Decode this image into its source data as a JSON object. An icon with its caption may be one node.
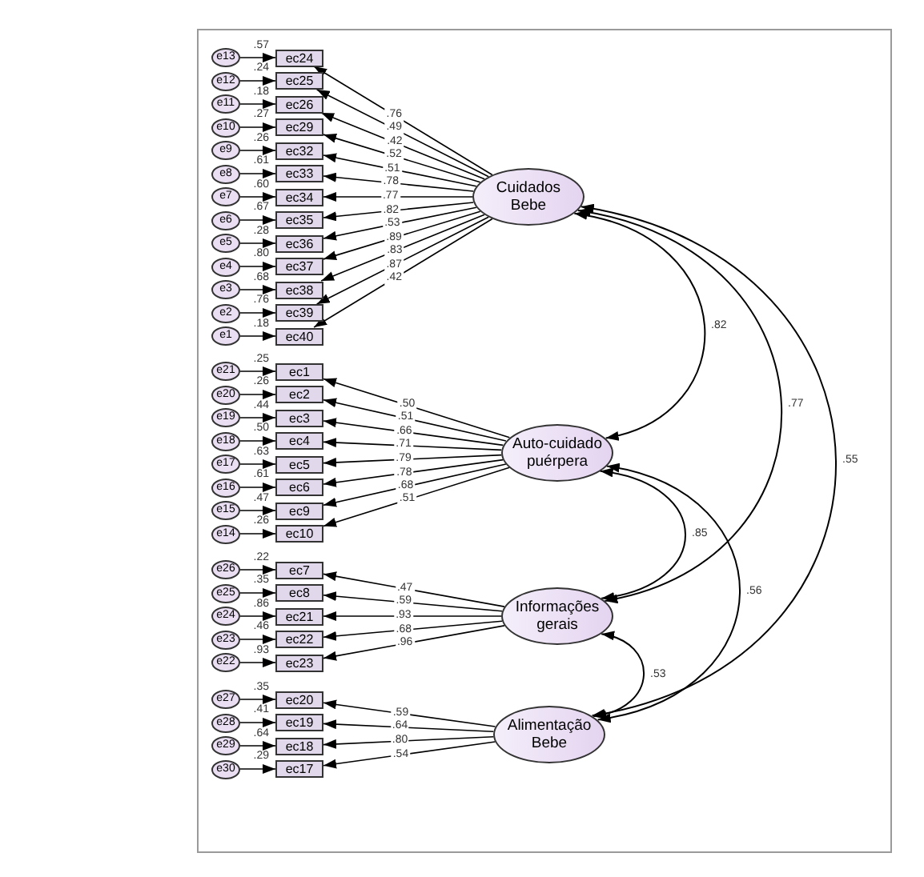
{
  "diagram": {
    "nodes": [
      {
        "text": [
          "e13"
        ]
      },
      {
        "text": [
          "ec24"
        ],
        "beside": [
          ".57"
        ]
      },
      {
        "text": [
          "e12"
        ]
      },
      {
        "text": [
          "ec25"
        ],
        "beside": [
          ".24"
        ]
      },
      {
        "text": [
          "e11"
        ]
      },
      {
        "text": [
          "ec26"
        ],
        "beside": [
          ".18"
        ]
      },
      {
        "text": [
          "e10"
        ]
      },
      {
        "text": [
          "ec29"
        ],
        "beside": [
          ".27"
        ]
      },
      {
        "text": [
          "e9"
        ]
      },
      {
        "text": [
          "ec32"
        ],
        "beside": [
          ".26"
        ]
      },
      {
        "text": [
          "e8"
        ]
      },
      {
        "text": [
          "ec33"
        ],
        "beside": [
          ".61"
        ]
      },
      {
        "text": [
          "e7"
        ]
      },
      {
        "text": [
          "ec34"
        ],
        "beside": [
          ".60"
        ]
      },
      {
        "text": [
          "e6"
        ]
      },
      {
        "text": [
          "ec35"
        ],
        "beside": [
          ".67"
        ]
      },
      {
        "text": [
          "e5"
        ]
      },
      {
        "text": [
          "ec36"
        ],
        "beside": [
          ".28"
        ]
      },
      {
        "text": [
          "e4"
        ]
      },
      {
        "text": [
          "ec37"
        ],
        "beside": [
          ".80"
        ]
      },
      {
        "text": [
          "e3"
        ]
      },
      {
        "text": [
          "ec38"
        ],
        "beside": [
          ".68"
        ]
      },
      {
        "text": [
          "e2"
        ]
      },
      {
        "text": [
          "ec39"
        ],
        "beside": [
          ".76"
        ]
      },
      {
        "text": [
          "e1"
        ]
      },
      {
        "text": [
          "ec40"
        ],
        "beside": [
          ".18"
        ]
      },
      {
        "text": [
          "Cuidados Bebe"
        ]
      },
      {
        "text": [
          "e21"
        ]
      },
      {
        "text": [
          "ec1"
        ],
        "beside": [
          ".25"
        ]
      },
      {
        "text": [
          "e20"
        ]
      },
      {
        "text": [
          "ec2"
        ],
        "beside": [
          ".26"
        ]
      },
      {
        "text": [
          "e19"
        ]
      },
      {
        "text": [
          "ec3"
        ],
        "beside": [
          ".44"
        ]
      },
      {
        "text": [
          "e18"
        ]
      },
      {
        "text": [
          "ec4"
        ],
        "beside": [
          ".50"
        ]
      },
      {
        "text": [
          "e17"
        ]
      },
      {
        "text": [
          "ec5"
        ],
        "beside": [
          ".63"
        ]
      },
      {
        "text": [
          "e16"
        ]
      },
      {
        "text": [
          "ec6"
        ],
        "beside": [
          ".61"
        ]
      },
      {
        "text": [
          "e15"
        ]
      },
      {
        "text": [
          "ec9"
        ],
        "beside": [
          ".47"
        ]
      },
      {
        "text": [
          "e14"
        ]
      },
      {
        "text": [
          "ec10"
        ],
        "beside": [
          ".26"
        ]
      },
      {
        "text": [
          "Auto-cuidado puérpera"
        ]
      },
      {
        "text": [
          "e26"
        ]
      },
      {
        "text": [
          "ec7"
        ],
        "beside": [
          ".22"
        ]
      },
      {
        "text": [
          "e25"
        ]
      },
      {
        "text": [
          "ec8"
        ],
        "beside": [
          ".35"
        ]
      },
      {
        "text": [
          "e24"
        ]
      },
      {
        "text": [
          "ec21"
        ],
        "beside": [
          ".86"
        ]
      },
      {
        "text": [
          "e23"
        ]
      },
      {
        "text": [
          "ec22"
        ],
        "beside": [
          ".46"
        ]
      },
      {
        "text": [
          "e22"
        ]
      },
      {
        "text": [
          "ec23"
        ],
        "beside": [
          ".93"
        ]
      },
      {
        "text": [
          "Informações gerais"
        ]
      },
      {
        "text": [
          "e27"
        ]
      },
      {
        "text": [
          "ec20"
        ],
        "beside": [
          ".35"
        ]
      },
      {
        "text": [
          "e28"
        ]
      },
      {
        "text": [
          "ec19"
        ],
        "beside": [
          ".41"
        ]
      },
      {
        "text": [
          "e29"
        ]
      },
      {
        "text": [
          "ec18"
        ],
        "beside": [
          ".64"
        ]
      },
      {
        "text": [
          "e30"
        ]
      },
      {
        "text": [
          "ec17"
        ],
        "beside": [
          ".29"
        ]
      },
      {
        "text": [
          "Alimentação Bebe"
        ]
      }
    ],
    "edges": [
      {
        "from": 0,
        "to": 1,
        "arrow": "to"
      },
      {
        "from": 26,
        "to": 1,
        "arrow": "to",
        "label": ".76"
      },
      {
        "from": 2,
        "to": 3,
        "arrow": "to"
      },
      {
        "from": 26,
        "to": 3,
        "arrow": "to",
        "label": ".49"
      },
      {
        "from": 4,
        "to": 5,
        "arrow": "to"
      },
      {
        "from": 26,
        "to": 5,
        "arrow": "to",
        "label": ".42"
      },
      {
        "from": 6,
        "to": 7,
        "arrow": "to"
      },
      {
        "from": 26,
        "to": 7,
        "arrow": "to",
        "label": ".52"
      },
      {
        "from": 8,
        "to": 9,
        "arrow": "to"
      },
      {
        "from": 26,
        "to": 9,
        "arrow": "to",
        "label": ".51"
      },
      {
        "from": 10,
        "to": 11,
        "arrow": "to"
      },
      {
        "from": 26,
        "to": 11,
        "arrow": "to",
        "label": ".78"
      },
      {
        "from": 12,
        "to": 13,
        "arrow": "to"
      },
      {
        "from": 26,
        "to": 13,
        "arrow": "to",
        "label": ".77"
      },
      {
        "from": 14,
        "to": 15,
        "arrow": "to"
      },
      {
        "from": 26,
        "to": 15,
        "arrow": "to",
        "label": ".82"
      },
      {
        "from": 16,
        "to": 17,
        "arrow": "to"
      },
      {
        "from": 26,
        "to": 17,
        "arrow": "to",
        "label": ".53"
      },
      {
        "from": 18,
        "to": 19,
        "arrow": "to"
      },
      {
        "from": 26,
        "to": 19,
        "arrow": "to",
        "label": ".89"
      },
      {
        "from": 20,
        "to": 21,
        "arrow": "to"
      },
      {
        "from": 26,
        "to": 21,
        "arrow": "to",
        "label": ".83"
      },
      {
        "from": 22,
        "to": 23,
        "arrow": "to"
      },
      {
        "from": 26,
        "to": 23,
        "arrow": "to",
        "label": ".87"
      },
      {
        "from": 24,
        "to": 25,
        "arrow": "to"
      },
      {
        "from": 26,
        "to": 25,
        "arrow": "to",
        "label": ".42"
      },
      {
        "from": 27,
        "to": 28,
        "arrow": "to"
      },
      {
        "from": 43,
        "to": 28,
        "arrow": "to",
        "label": ".50"
      },
      {
        "from": 29,
        "to": 30,
        "arrow": "to"
      },
      {
        "from": 43,
        "to": 30,
        "arrow": "to",
        "label": ".51"
      },
      {
        "from": 31,
        "to": 32,
        "arrow": "to"
      },
      {
        "from": 43,
        "to": 32,
        "arrow": "to",
        "label": ".66"
      },
      {
        "from": 33,
        "to": 34,
        "arrow": "to"
      },
      {
        "from": 43,
        "to": 34,
        "arrow": "to",
        "label": ".71"
      },
      {
        "from": 35,
        "to": 36,
        "arrow": "to"
      },
      {
        "from": 43,
        "to": 36,
        "arrow": "to",
        "label": ".79"
      },
      {
        "from": 37,
        "to": 38,
        "arrow": "to"
      },
      {
        "from": 43,
        "to": 38,
        "arrow": "to",
        "label": ".78"
      },
      {
        "from": 39,
        "to": 40,
        "arrow": "to"
      },
      {
        "from": 43,
        "to": 40,
        "arrow": "to",
        "label": ".68"
      },
      {
        "from": 41,
        "to": 42,
        "arrow": "to"
      },
      {
        "from": 43,
        "to": 42,
        "arrow": "to",
        "label": ".51"
      },
      {
        "from": 44,
        "to": 45,
        "arrow": "to"
      },
      {
        "from": 54,
        "to": 45,
        "arrow": "to",
        "label": ".47"
      },
      {
        "from": 46,
        "to": 47,
        "arrow": "to"
      },
      {
        "from": 54,
        "to": 47,
        "arrow": "to",
        "label": ".59"
      },
      {
        "from": 48,
        "to": 49,
        "arrow": "to"
      },
      {
        "from": 54,
        "to": 49,
        "arrow": "to",
        "label": ".93"
      },
      {
        "from": 50,
        "to": 51,
        "arrow": "to"
      },
      {
        "from": 54,
        "to": 51,
        "arrow": "to",
        "label": ".68"
      },
      {
        "from": 52,
        "to": 53,
        "arrow": "to"
      },
      {
        "from": 54,
        "to": 53,
        "arrow": "to",
        "label": ".96"
      },
      {
        "from": 55,
        "to": 56,
        "arrow": "to"
      },
      {
        "from": 63,
        "to": 56,
        "arrow": "to",
        "label": ".59"
      },
      {
        "from": 57,
        "to": 58,
        "arrow": "to"
      },
      {
        "from": 63,
        "to": 58,
        "arrow": "to",
        "label": ".64"
      },
      {
        "from": 59,
        "to": 60,
        "arrow": "to"
      },
      {
        "from": 63,
        "to": 60,
        "arrow": "to",
        "label": ".80"
      },
      {
        "from": 61,
        "to": 62,
        "arrow": "to"
      },
      {
        "from": 63,
        "to": 62,
        "arrow": "to",
        "label": ".54"
      },
      {
        "from": 26,
        "to": 43,
        "arrow": "both",
        "label": ".82"
      },
      {
        "from": 26,
        "to": 54,
        "arrow": "both",
        "label": ".77"
      },
      {
        "from": 26,
        "to": 63,
        "arrow": "both",
        "label": ".55"
      },
      {
        "from": 43,
        "to": 54,
        "arrow": "both",
        "label": ".85"
      },
      {
        "from": 43,
        "to": 63,
        "arrow": "both",
        "label": ".56"
      },
      {
        "from": 54,
        "to": 63,
        "arrow": "both",
        "label": ".53"
      }
    ]
  }
}
